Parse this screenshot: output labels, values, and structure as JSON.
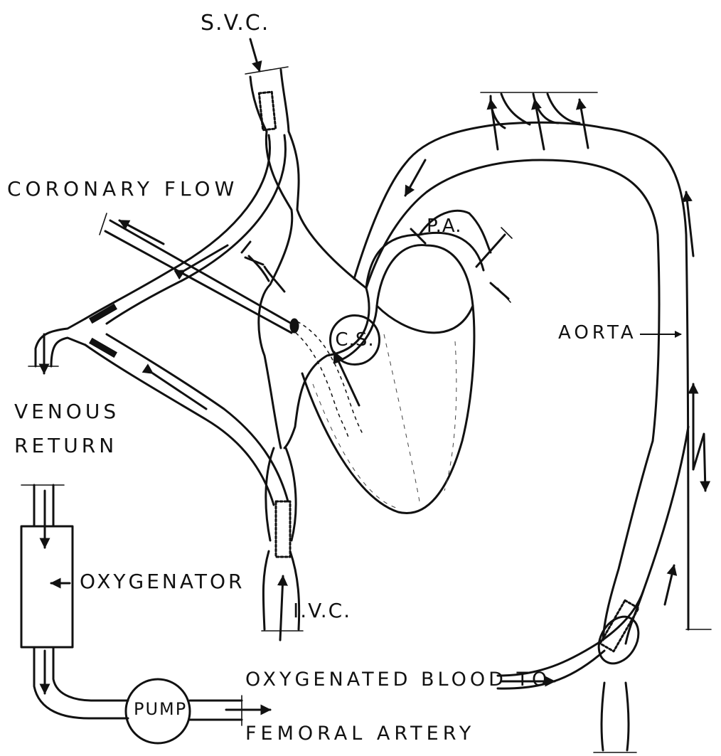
{
  "labels": {
    "svc": "S.V.C.",
    "coronary_flow": "CORONARY FLOW",
    "pa": "P.A.",
    "cs": "C.S.",
    "aorta": "AORTA",
    "venous_return_1": "VENOUS",
    "venous_return_2": "RETURN",
    "oxygenator": "OXYGENATOR",
    "ivc": "I.V.C.",
    "pump": "PUMP",
    "oxygenated_blood": "OXYGENATED BLOOD TO",
    "femoral_artery": "FEMORAL ARTERY"
  },
  "colors": {
    "ink": "#111111",
    "background": "#ffffff"
  }
}
